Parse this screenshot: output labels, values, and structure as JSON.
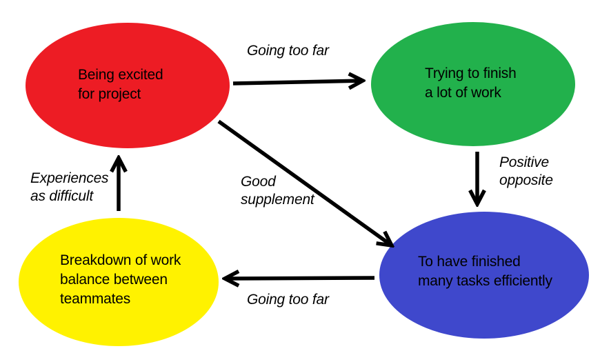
{
  "diagram": {
    "title": "project-motivation-cycle-diagram",
    "background_color": "#ffffff",
    "text_color": "#000000",
    "arrow_color": "#000000",
    "nodes": [
      {
        "id": "being-excited",
        "label": "Being excited\nfor project",
        "color": "#ED1C24"
      },
      {
        "id": "trying-finish",
        "label": "Trying to finish\na lot of work",
        "color": "#22B14C"
      },
      {
        "id": "finished-tasks",
        "label": "To have finished\nmany tasks efficiently",
        "color": "#3F48CC"
      },
      {
        "id": "breakdown",
        "label": "Breakdown of work\nbalance between\nteammates",
        "color": "#FFF200"
      }
    ],
    "edges": [
      {
        "from": "being-excited",
        "to": "trying-finish",
        "label": "Going too far"
      },
      {
        "from": "trying-finish",
        "to": "finished-tasks",
        "label": "Positive\nopposite"
      },
      {
        "from": "being-excited",
        "to": "finished-tasks",
        "label": "Good\nsupplement"
      },
      {
        "from": "finished-tasks",
        "to": "breakdown",
        "label": "Going too far"
      },
      {
        "from": "breakdown",
        "to": "being-excited",
        "label": "Experiences\nas difficult"
      }
    ]
  }
}
